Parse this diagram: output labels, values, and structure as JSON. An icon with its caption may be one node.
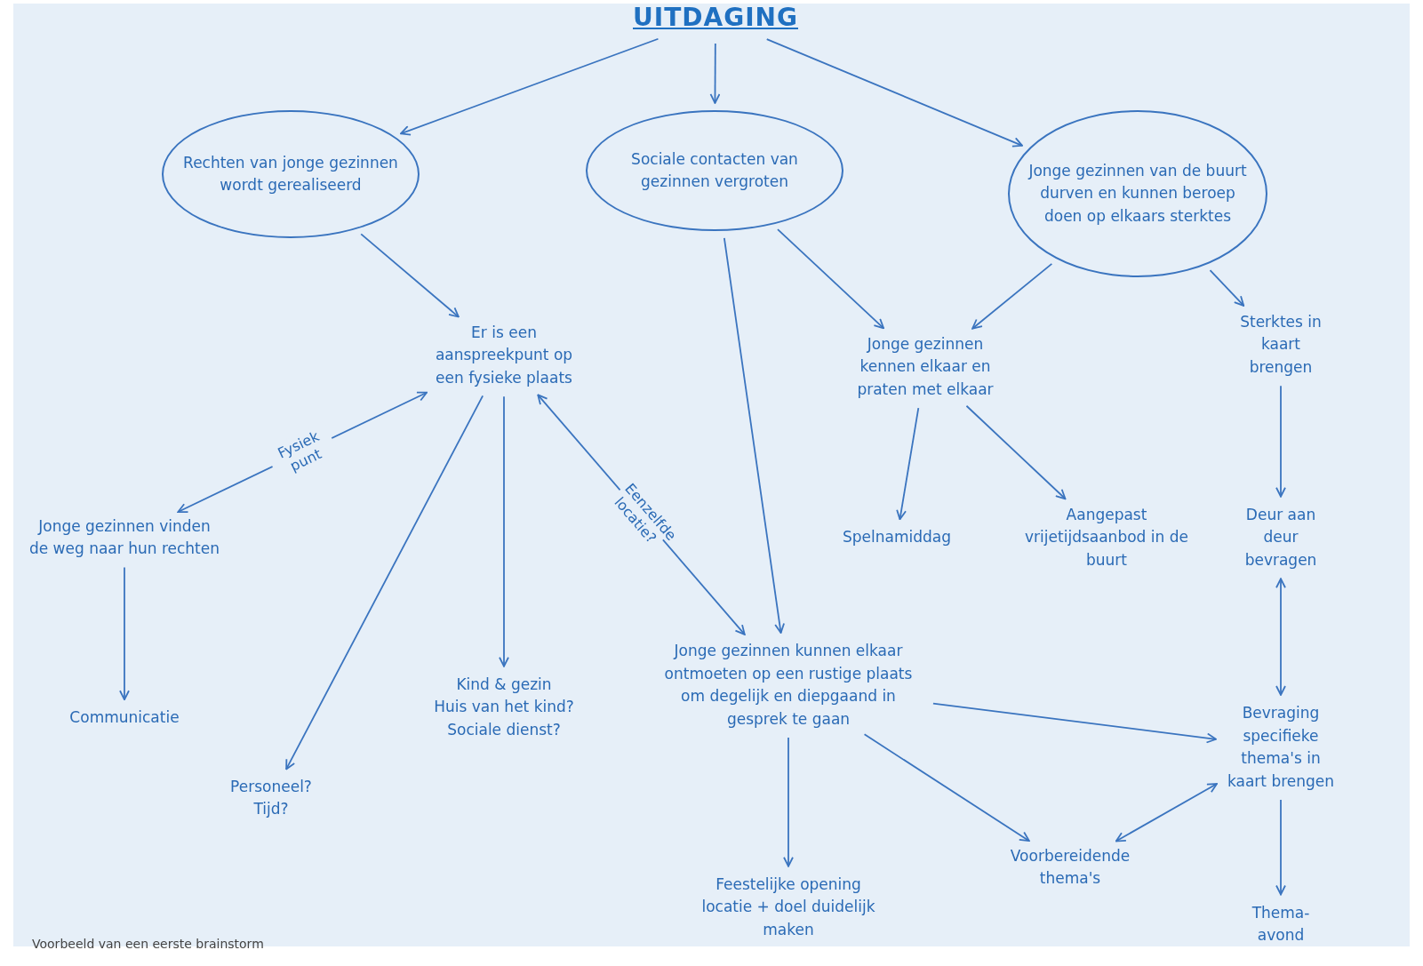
{
  "diagram": {
    "caption": "Voorbeeld van een eerste brainstorm",
    "nodes": [
      {
        "text": [
          "UITDAGING"
        ]
      },
      {
        "text": [
          "Rechten van jonge gezinnen wordt gerealiseerd"
        ]
      },
      {
        "text": [
          "Sociale contacten van gezinnen vergroten"
        ]
      },
      {
        "text": [
          "Jonge gezinnen van de buurt durven en kunnen beroep doen op elkaars sterktes"
        ]
      },
      {
        "text": [
          "Er is een aanspreekpunt op een fysieke plaats"
        ]
      },
      {
        "text": [
          "Jonge gezinnen kennen elkaar en praten met elkaar"
        ]
      },
      {
        "text": [
          "Sterktes in kaart brengen"
        ]
      },
      {
        "text": [
          "Jonge gezinnen vinden de weg naar hun rechten"
        ]
      },
      {
        "text": [
          "Communicatie"
        ]
      },
      {
        "text": [
          "Personeel?",
          "Tijd?"
        ]
      },
      {
        "text": [
          "Kind & gezin",
          "Huis van het kind?",
          "Sociale dienst?"
        ]
      },
      {
        "text": [
          "Jonge gezinnen kunnen elkaar ontmoeten op een rustige plaats om degelijk en diepgaand in gesprek te gaan"
        ]
      },
      {
        "text": [
          "Spelnamiddag"
        ]
      },
      {
        "text": [
          "Aangepast vrijetijdsaanbod in de buurt"
        ]
      },
      {
        "text": [
          "Deur aan deur bevragen"
        ]
      },
      {
        "text": [
          "Bevraging specifieke thema's in kaart brengen"
        ]
      },
      {
        "text": [
          "Feestelijke opening locatie + doel duidelijk maken"
        ]
      },
      {
        "text": [
          "Voorbereidende thema's"
        ]
      },
      {
        "text": [
          "Thema-avond"
        ]
      }
    ],
    "edges": [
      {
        "from": 0,
        "to": 1,
        "arrow": "to"
      },
      {
        "from": 0,
        "to": 2,
        "arrow": "to"
      },
      {
        "from": 0,
        "to": 3,
        "arrow": "to"
      },
      {
        "from": 1,
        "to": 4,
        "arrow": "to"
      },
      {
        "from": 2,
        "to": 11,
        "arrow": "to"
      },
      {
        "from": 2,
        "to": 5,
        "arrow": "to"
      },
      {
        "from": 3,
        "to": 5,
        "arrow": "to"
      },
      {
        "from": 3,
        "to": 6,
        "arrow": "to"
      },
      {
        "from": 7,
        "to": 4,
        "arrow": "both",
        "label": "Fysiek punt"
      },
      {
        "from": 4,
        "to": 9,
        "arrow": "to"
      },
      {
        "from": 4,
        "to": 10,
        "arrow": "to"
      },
      {
        "from": 4,
        "to": 11,
        "arrow": "both",
        "label": "Eenzelfde locatie?"
      },
      {
        "from": 7,
        "to": 8,
        "arrow": "to"
      },
      {
        "from": 5,
        "to": 12,
        "arrow": "to"
      },
      {
        "from": 5,
        "to": 13,
        "arrow": "to"
      },
      {
        "from": 6,
        "to": 14,
        "arrow": "to"
      },
      {
        "from": 14,
        "to": 15,
        "arrow": "both"
      },
      {
        "from": 11,
        "to": 15,
        "arrow": "to"
      },
      {
        "from": 11,
        "to": 16,
        "arrow": "to"
      },
      {
        "from": 11,
        "to": 17,
        "arrow": "to"
      },
      {
        "from": 17,
        "to": 15,
        "arrow": "both"
      },
      {
        "from": 15,
        "to": 18,
        "arrow": "to"
      }
    ]
  }
}
